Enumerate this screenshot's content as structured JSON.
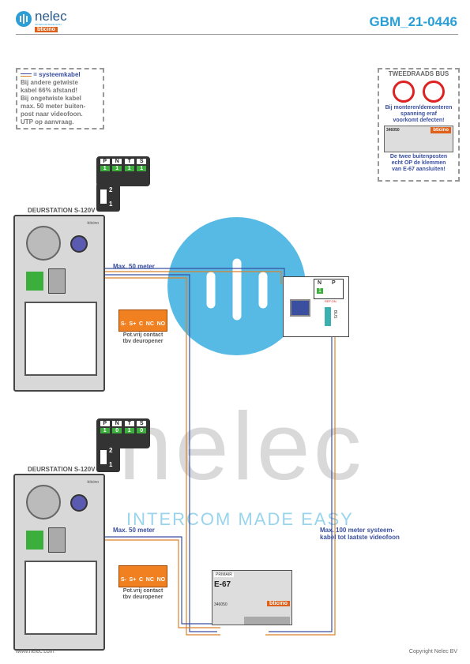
{
  "header": {
    "logo_name": "nelec",
    "logo_tagline": "INTERCOM MADE EASY",
    "logo_brand": "bticino",
    "doc_number": "GBM_21-0446"
  },
  "note": {
    "legend": "= systeemkabel",
    "lines": [
      "Bij andere getwiste",
      "kabel 66% afstand!",
      "Bij ongetwiste kabel",
      "max. 50 meter buiten-",
      "post naar videofoon.",
      "UTP op aanvraag."
    ]
  },
  "warning": {
    "title": "TWEEDRAADS BUS",
    "lines": [
      "Bij monteren/demonteren",
      "spanning eraf",
      "voorkomt defecten!"
    ],
    "module_code": "346050",
    "module_brand": "bticino",
    "footer_lines": [
      "De twee buitenposten",
      "echt OP de klemmen",
      "van E-67 aansluiten!"
    ]
  },
  "stations": [
    {
      "title": "DEURSTATION S-120V",
      "dip_labels": [
        "P",
        "N",
        "T",
        "S"
      ],
      "dip_values": [
        "1",
        "1",
        "1",
        "1"
      ],
      "switch_labels": [
        "2",
        "1"
      ],
      "max_label": "Max. 50 meter",
      "relay_labels": [
        "S-",
        "S+",
        "C",
        "NC",
        "NO"
      ],
      "contact_lines": [
        "Pot.vrij contact",
        "tbv deuropener"
      ],
      "brand": "bticino"
    },
    {
      "title": "DEURSTATION S-120V",
      "dip_labels": [
        "P",
        "N",
        "T",
        "S"
      ],
      "dip_values": [
        "1",
        "0",
        "1",
        "0"
      ],
      "switch_labels": [
        "2",
        "1"
      ],
      "max_label": "Max. 50 meter",
      "relay_labels": [
        "S-",
        "S+",
        "C",
        "NC",
        "NO"
      ],
      "contact_lines": [
        "Pot.vrij contact",
        "tbv deuropener"
      ],
      "brand": "bticino"
    }
  ],
  "monitor": {
    "dip_labels": [
      "N",
      "P"
    ],
    "dip_values": [
      "1",
      ""
    ],
    "term_label": "REF.ON",
    "bus_label": "BUS"
  },
  "supply": {
    "tag": "PRIMAIR",
    "model": "E-67",
    "code": "346050",
    "brand": "bticino"
  },
  "max100": [
    "Max. 100 meter systeem-",
    "kabel tot laatste videofoon"
  ],
  "watermark": {
    "word": "nelec",
    "tagline": "INTERCOM MADE EASY"
  },
  "footer": {
    "left": "www.nelec.com",
    "right": "Copyright Nelec BV"
  },
  "colors": {
    "accent": "#2a9fd6",
    "wire_blue": "#3a4fa0",
    "wire_orange": "#d9822b",
    "relay": "#f08020",
    "terminal": "#3cae3c"
  }
}
